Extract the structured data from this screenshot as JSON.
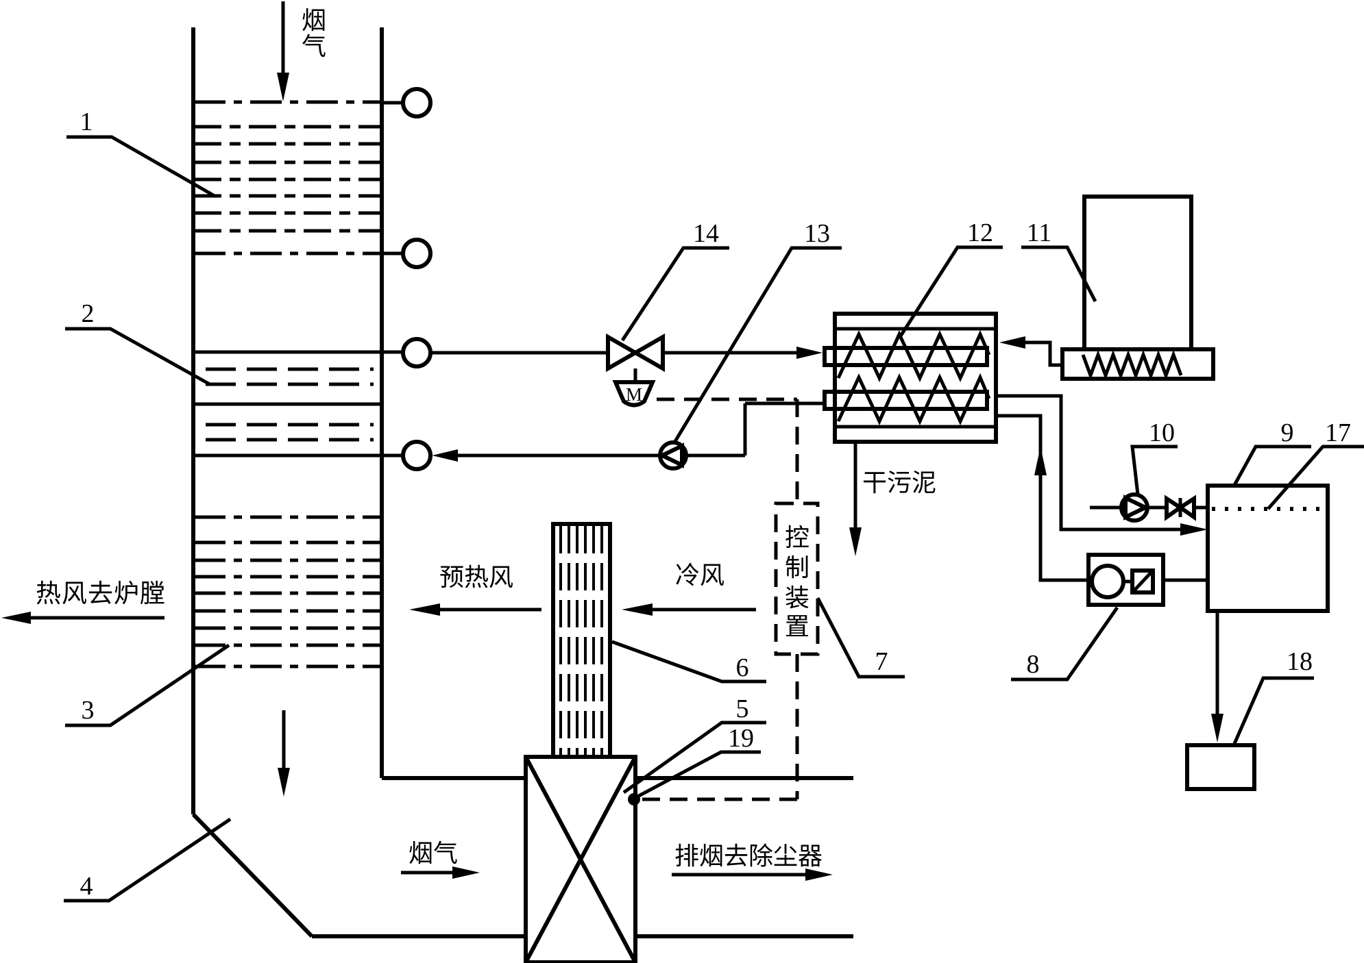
{
  "figure": {
    "type": "patent-process-diagram",
    "title_hint": "flue gas waste-heat sludge drying system schematic",
    "colors": {
      "line": "#000000",
      "background": "#ffffff"
    },
    "ref_numbers": {
      "n1": "1",
      "n2": "2",
      "n3": "3",
      "n4": "4",
      "n5": "5",
      "n6": "6",
      "n7": "7",
      "n8": "8",
      "n9": "9",
      "n10": "10",
      "n11": "11",
      "n12": "12",
      "n13": "13",
      "n14": "14",
      "n17": "17",
      "n18": "18",
      "n19": "19"
    },
    "annotations": {
      "flue_gas_top_chars": [
        "烟",
        "气"
      ],
      "hot_air_to_furnace": "热风去炉膛",
      "preheated_air": "预热风",
      "cold_air": "冷风",
      "dry_sludge": "干污泥",
      "control_device_chars": [
        "控",
        "制",
        "装",
        "置"
      ],
      "flue_gas_bottom": "烟气",
      "exhaust_to_dust_collector": "排烟去除尘器",
      "valve_motor": "M"
    }
  }
}
